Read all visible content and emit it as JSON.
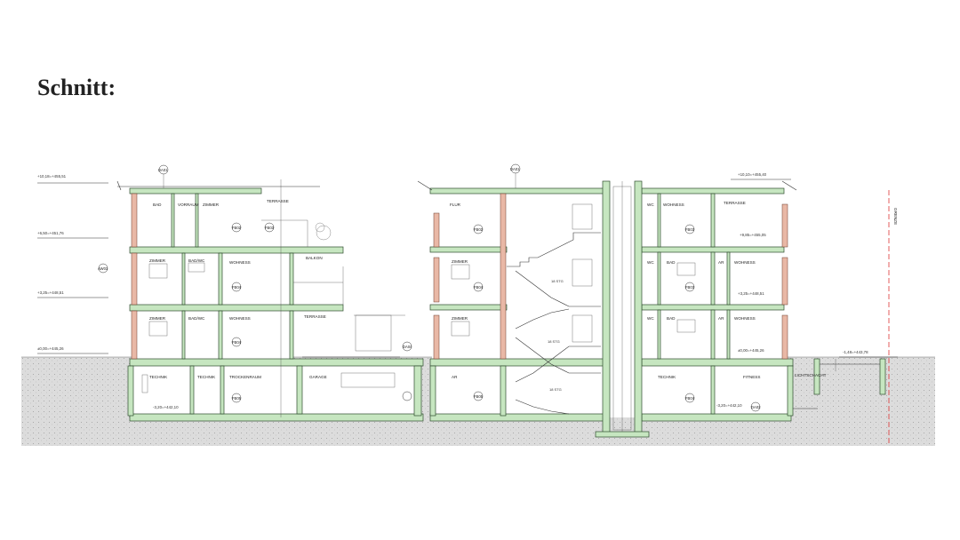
{
  "title": "Schnitt:",
  "section_left": {
    "top_label": "DA01",
    "rooms": [
      {
        "id": "l-bad",
        "text": "BAD"
      },
      {
        "id": "l-vorraum",
        "text": "VORRAUM"
      },
      {
        "id": "l-zimmer3",
        "text": "ZIMMER"
      },
      {
        "id": "l-terrasse3",
        "text": "TERRASSE"
      },
      {
        "id": "l-zimmer2",
        "text": "ZIMMER"
      },
      {
        "id": "l-badwc2",
        "text": "BAD/WC"
      },
      {
        "id": "l-wohness2",
        "text": "WOHNESS"
      },
      {
        "id": "l-balkon",
        "text": "BALKON"
      },
      {
        "id": "l-zimmer1",
        "text": "ZIMMER"
      },
      {
        "id": "l-badwc1",
        "text": "BAD/WC"
      },
      {
        "id": "l-wohness1",
        "text": "WOHNESS"
      },
      {
        "id": "l-terrasse1",
        "text": "TERRASSE"
      },
      {
        "id": "l-technik1",
        "text": "TECHNIK"
      },
      {
        "id": "l-technik2",
        "text": "TECHNIK"
      },
      {
        "id": "l-trocken",
        "text": "TROCKENRAUM"
      },
      {
        "id": "l-garage",
        "text": "GARAGE"
      }
    ],
    "tags": [
      {
        "id": "t-fb02",
        "text": "FB02"
      },
      {
        "id": "t-fb03",
        "text": "FB03"
      },
      {
        "id": "t-aw01",
        "text": "AW01"
      },
      {
        "id": "t-fb04",
        "text": "FB04"
      },
      {
        "id": "t-fb04b",
        "text": "FB04"
      },
      {
        "id": "t-fb05",
        "text": "FB05"
      },
      {
        "id": "t-da04",
        "text": "DA04"
      }
    ],
    "levels": [
      {
        "id": "lv-1",
        "text": "+10,18=+455,51"
      },
      {
        "id": "lv-2",
        "text": "+6,50=+451,76"
      },
      {
        "id": "lv-3",
        "text": "+3,25=+448,51"
      },
      {
        "id": "lv-4",
        "text": "±0,00=+445,26"
      },
      {
        "id": "lv-5",
        "text": "-3,20=+442,10"
      }
    ]
  },
  "section_right": {
    "top_label": "DA01",
    "rooms": [
      {
        "id": "r-flur3",
        "text": "FLUR"
      },
      {
        "id": "r-zimmer2",
        "text": "ZIMMER"
      },
      {
        "id": "r-zimmer1",
        "text": "ZIMMER"
      },
      {
        "id": "r-ar",
        "text": "AR"
      },
      {
        "id": "r-wc3",
        "text": "WC"
      },
      {
        "id": "r-wohness3",
        "text": "WOHNESS"
      },
      {
        "id": "r-terrasse3",
        "text": "TERRASSE"
      },
      {
        "id": "r-wc2",
        "text": "WC"
      },
      {
        "id": "r-bad2",
        "text": "BAD"
      },
      {
        "id": "r-ar2",
        "text": "AR"
      },
      {
        "id": "r-wohness2",
        "text": "WOHNESS"
      },
      {
        "id": "r-wc1",
        "text": "WC"
      },
      {
        "id": "r-bad1",
        "text": "BAD"
      },
      {
        "id": "r-ar1",
        "text": "AR"
      },
      {
        "id": "r-wohness1",
        "text": "WOHNESS"
      },
      {
        "id": "r-technik",
        "text": "TECHNIK"
      },
      {
        "id": "r-fitness",
        "text": "FITNESS"
      },
      {
        "id": "r-lichtschacht",
        "text": "LICHTSCHACHT"
      },
      {
        "id": "r-grenze",
        "text": "GRENZE"
      }
    ],
    "tags": [
      {
        "id": "rt-fb02",
        "text": "FB02"
      },
      {
        "id": "rt-fb03",
        "text": "FB03"
      },
      {
        "id": "rt-fb04",
        "text": "FB04"
      },
      {
        "id": "rt-fb05",
        "text": "FB05"
      },
      {
        "id": "rt-da02",
        "text": "DA02"
      },
      {
        "id": "rt-fb03b",
        "text": "FB03"
      },
      {
        "id": "rt-fb04b",
        "text": "FB04"
      }
    ],
    "levels": [
      {
        "id": "rl-1",
        "text": "+10,10=+455,40"
      },
      {
        "id": "rl-2",
        "text": "+9,85=+455,05"
      },
      {
        "id": "rl-3",
        "text": "+3,25=+448,51"
      },
      {
        "id": "rl-4",
        "text": "±0,00=+445,26"
      },
      {
        "id": "rl-5",
        "text": "-3,20=+442,10"
      },
      {
        "id": "rl-6",
        "text": "-1,48=+443,78"
      }
    ],
    "stair": [
      {
        "id": "s-1",
        "text": "18 STG"
      },
      {
        "id": "s-2",
        "text": "18 STG"
      },
      {
        "id": "s-3",
        "text": "18 STG"
      }
    ]
  }
}
